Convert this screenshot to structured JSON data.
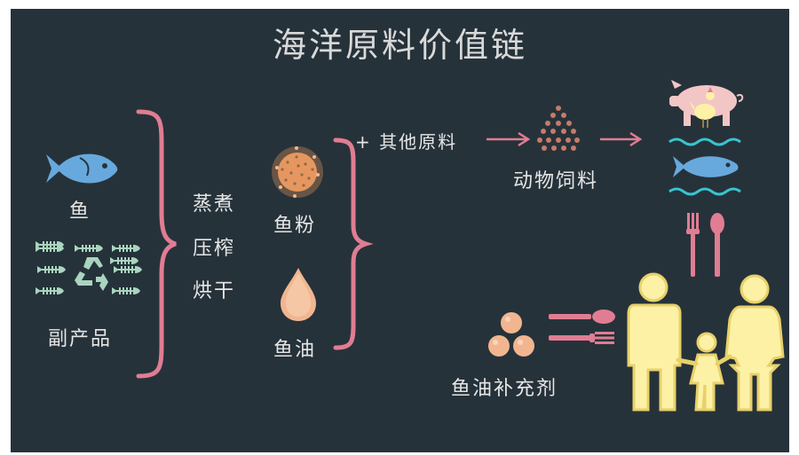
{
  "title": "海洋原料价值链",
  "inputs": {
    "fish": "鱼",
    "byproducts": "副产品"
  },
  "processes": [
    "蒸煮",
    "压榨",
    "烘干"
  ],
  "products": {
    "fishmeal": "鱼粉",
    "fishoil": "鱼油"
  },
  "flow": {
    "other_materials": "+ 其他原料",
    "animal_feed": "动物饲料"
  },
  "supplement": "鱼油补充剂",
  "colors": {
    "background": "#26323a",
    "bracket": "#e07d93",
    "fish": "#67a9dc",
    "recycle": "#a9d5bf",
    "family": "#fdf1a6",
    "meal": "#e6975f",
    "oil": "#f1b690",
    "feed": "#c87a6a"
  }
}
